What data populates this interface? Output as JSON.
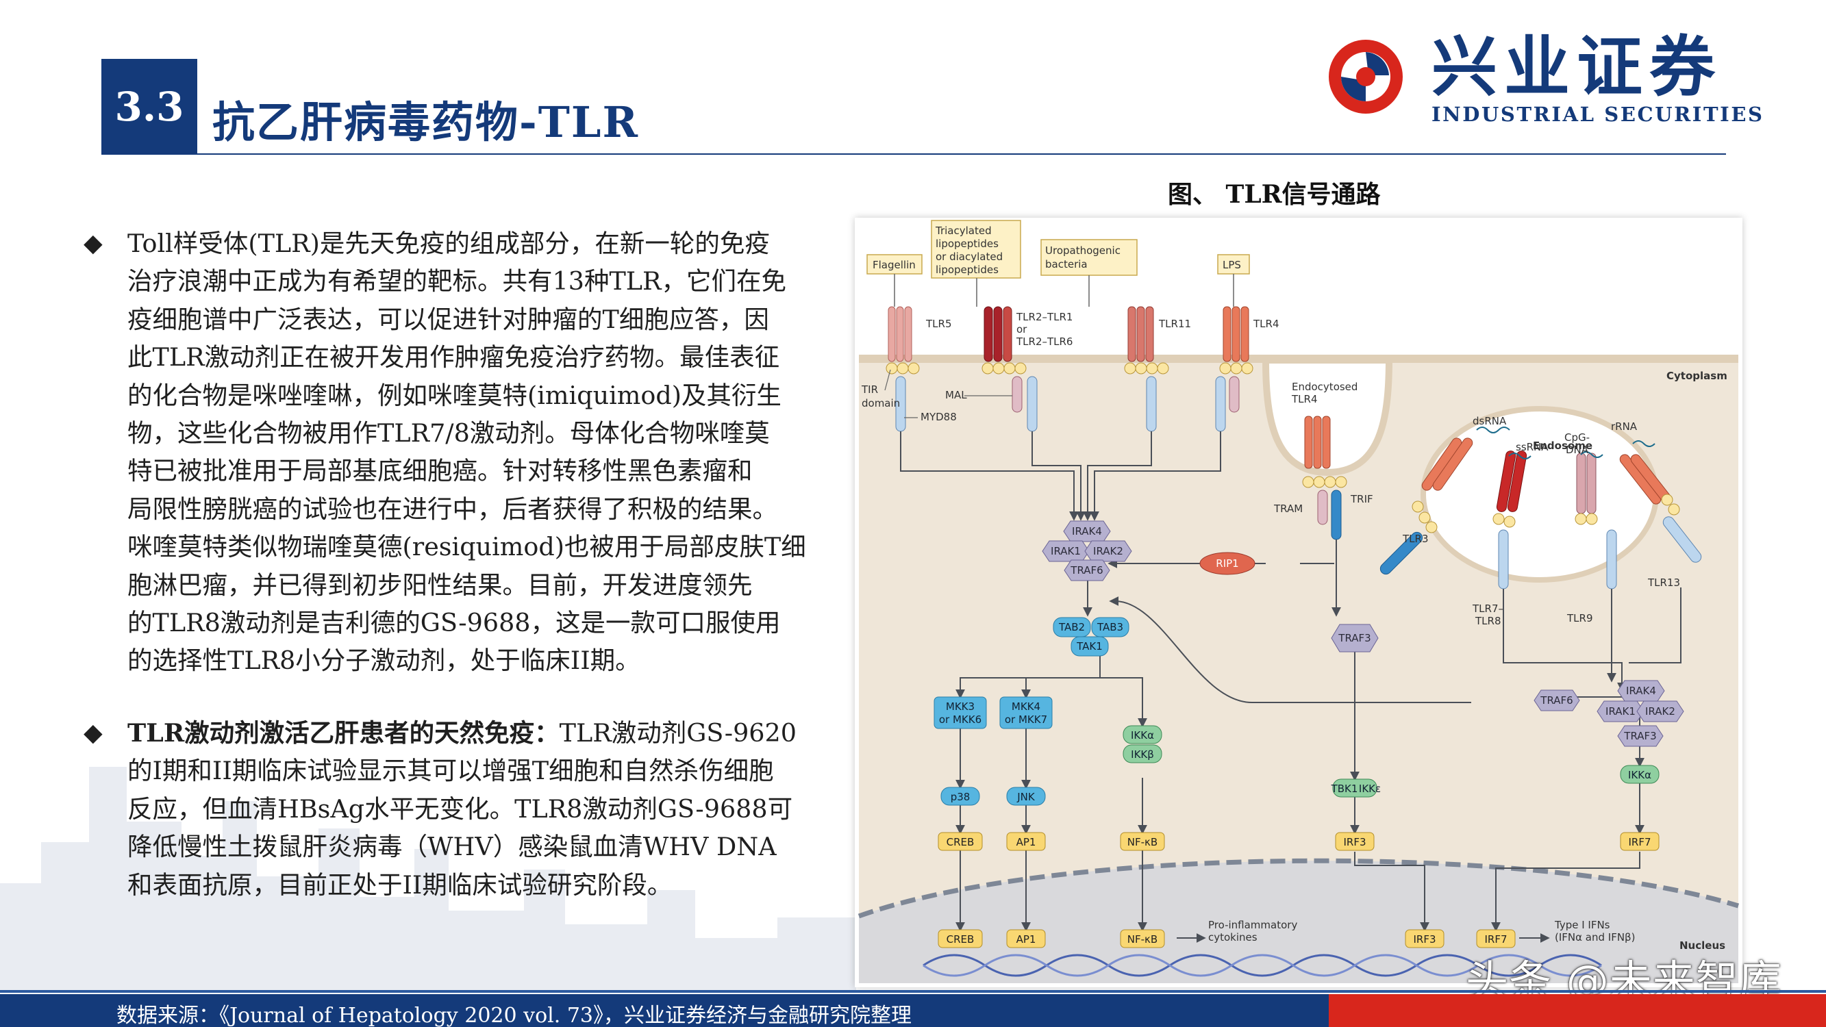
{
  "header": {
    "section_number": "3.3",
    "section_title": "抗乙肝病毒药物-TLR",
    "logo_cn": "兴业证券",
    "logo_en": "INDUSTRIAL SECURITIES",
    "brand_blue": "#143a7a",
    "brand_red": "#d8261c"
  },
  "figure": {
    "caption": "图、 TLR信号通路",
    "labels": {
      "flagellin": "Flagellin",
      "tri1": "Triacylated",
      "tri2": "lipopeptides",
      "tri3": "or diacylated",
      "tri4": "lipopeptides",
      "uro1": "Uropathogenic",
      "uro2": "bacteria",
      "lps": "LPS",
      "tlr5": "TLR5",
      "tlr21": "TLR2–TLR1",
      "tlr_or": "or",
      "tlr26": "TLR2–TLR6",
      "tlr11": "TLR11",
      "tlr4": "TLR4",
      "cytoplasm": "Cytoplasm",
      "tir1": "TIR",
      "tir2": "domain",
      "mal": "MAL",
      "myd88": "MYD88",
      "endo1": "Endocytosed",
      "endo2": "TLR4",
      "tram": "TRAM",
      "trif": "TRIF",
      "endosome": "Endosome",
      "dsrna": "dsRNA",
      "ssrna": "ssRNA",
      "cpg1": "CpG-",
      "cpg2": "DNA",
      "rrna": "rRNA",
      "tlr3": "TLR3",
      "tlr78a": "TLR7–",
      "tlr78b": "TLR8",
      "tlr9": "TLR9",
      "tlr13": "TLR13",
      "irak4": "IRAK4",
      "irak1": "IRAK1",
      "irak2": "IRAK2",
      "traf6": "TRAF6",
      "rip1": "RIP1",
      "tab2": "TAB2",
      "tab3": "TAB3",
      "tak1": "TAK1",
      "traf3": "TRAF3",
      "mkk36a": "MKK3",
      "mkk36b": "or MKK6",
      "mkk47a": "MKK4",
      "mkk47b": "or MKK7",
      "ikka": "IKKα",
      "ikkb": "IKKβ",
      "p38": "p38",
      "jnk": "JNK",
      "creb": "CREB",
      "ap1": "AP1",
      "nfkb": "NF-κB",
      "tbk1": "TBK1",
      "ikke": "IKKε",
      "irf3": "IRF3",
      "irf7": "IRF7",
      "proinf1": "Pro-inflammatory",
      "proinf2": "cytokines",
      "ifn1": "Type I IFNs",
      "ifn2": "(IFNα and IFNβ)",
      "nucleus": "Nucleus"
    }
  },
  "bullets": [
    {
      "lines": [
        "Toll样受体(TLR)是先天免疫的组成部分，在新一轮的免疫",
        "治疗浪潮中正成为有希望的靶标。共有13种TLR，它们在免",
        "疫细胞谱中广泛表达，可以促进针对肿瘤的T细胞应答，因",
        "此TLR激动剂正在被开发用作肿瘤免疫治疗药物。最佳表征",
        "的化合物是咪唑喹啉，例如咪喹莫特(imiquimod)及其衍生",
        "物，这些化合物被用作TLR7/8激动剂。母体化合物咪喹莫",
        "特已被批准用于局部基底细胞癌。针对转移性黑色素瘤和",
        "局限性膀胱癌的试验也在进行中，后者获得了积极的结果。",
        "咪喹莫特类似物瑞喹莫德(resiquimod)也被用于局部皮肤T细",
        "胞淋巴瘤，并已得到初步阳性结果。目前，开发进度领先",
        "的TLR8激动剂是吉利德的GS-9688，这是一款可口服使用",
        "的选择性TLR8小分子激动剂，处于临床II期。"
      ]
    },
    {
      "bold": "TLR激动剂激活乙肝患者的天然免疫：",
      "lines": [
        "TLR激动剂GS-9620",
        "的I期和II期临床试验显示其可以增强T细胞和自然杀伤细胞",
        "反应，但血清HBsAg水平无变化。TLR8激动剂GS-9688可",
        "降低慢性土拨鼠肝炎病毒（WHV）感染鼠血清WHV DNA",
        "和表面抗原，目前正处于II期临床试验研究阶段。"
      ]
    }
  ],
  "bullet_symbol": "◆",
  "footer": {
    "source": "数据来源：《Journal of Hepatology 2020 vol. 73》，兴业证券经济与金融研究院整理"
  },
  "watermark": "头条 @未来智库"
}
